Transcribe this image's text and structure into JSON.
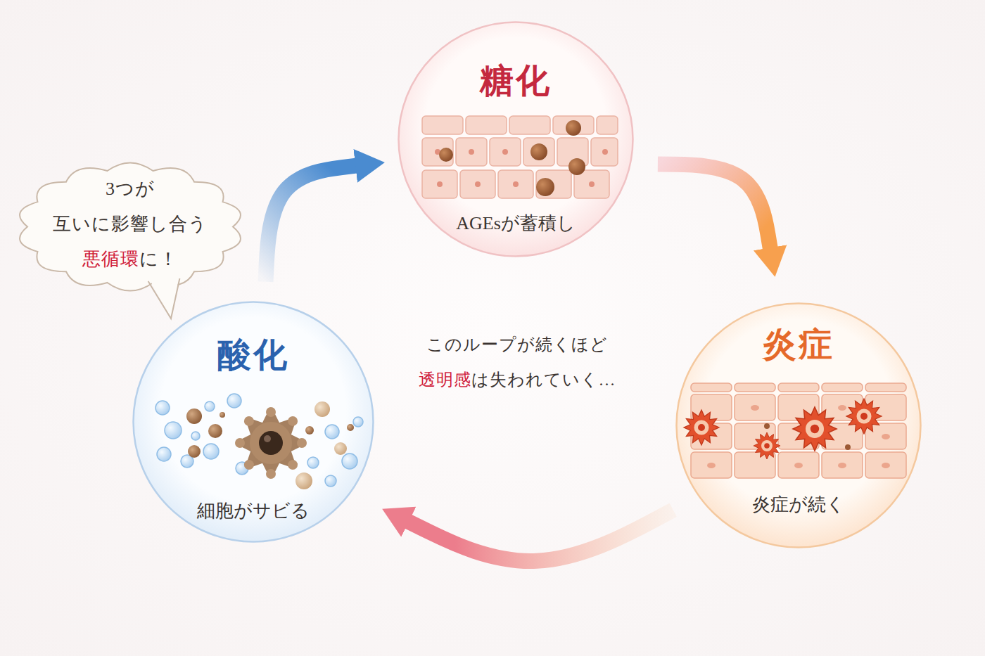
{
  "diagram": {
    "nodes": [
      {
        "text": [
          "糖化",
          "AGEsが蓄積し"
        ]
      },
      {
        "text": [
          "3つが 互いに影響し合う 悪循環に！"
        ]
      },
      {
        "text": [
          "酸化",
          "細胞がサビる"
        ]
      },
      {
        "text": [
          "炎症",
          "炎症が続く"
        ]
      }
    ],
    "edges": [
      {
        "from": 2,
        "to": 0,
        "arrow": "to"
      },
      {
        "from": 0,
        "to": 3,
        "arrow": "to"
      },
      {
        "from": 3,
        "to": 2,
        "arrow": "to"
      }
    ],
    "labels": [
      "このループが続くほど 透明感は失われていく…"
    ]
  }
}
